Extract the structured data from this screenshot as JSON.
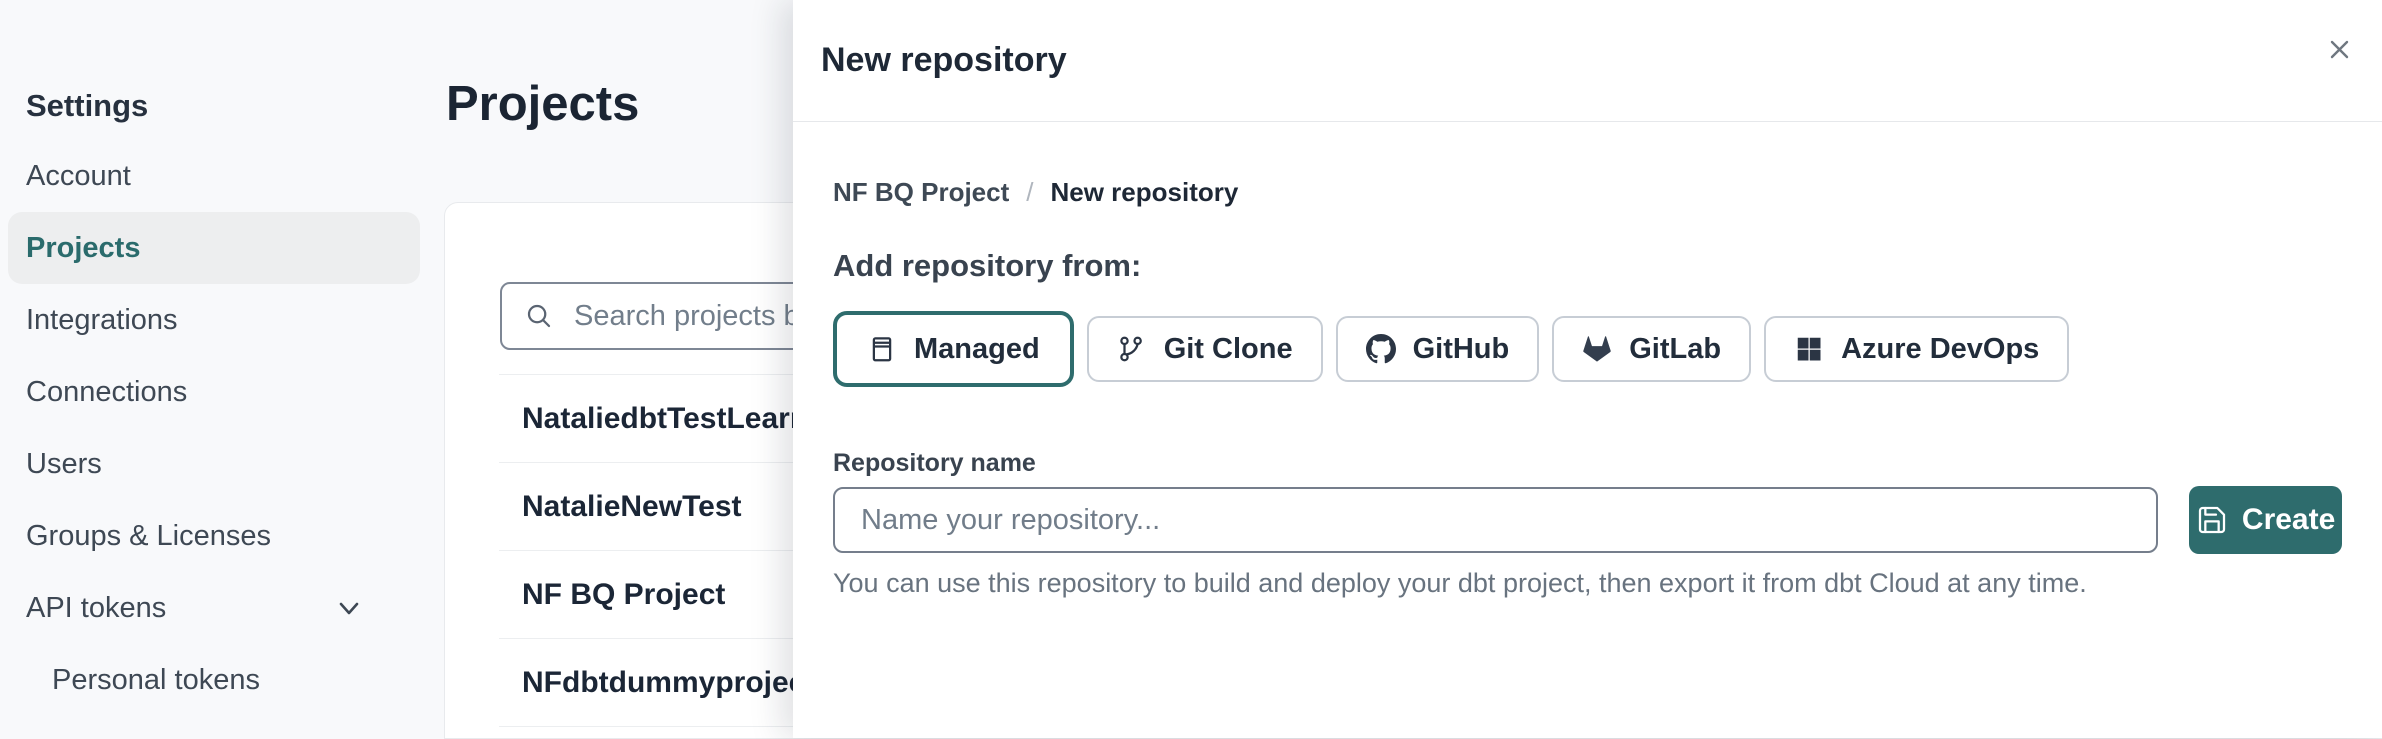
{
  "sidebar": {
    "title": "Settings",
    "items": [
      {
        "label": "Account",
        "active": false
      },
      {
        "label": "Projects",
        "active": true
      },
      {
        "label": "Integrations",
        "active": false
      },
      {
        "label": "Connections",
        "active": false
      },
      {
        "label": "Users",
        "active": false
      },
      {
        "label": "Groups & Licenses",
        "active": false
      },
      {
        "label": "API tokens",
        "active": false,
        "expandable": true
      },
      {
        "label": "Personal tokens",
        "active": false,
        "indented": true
      }
    ]
  },
  "main": {
    "title": "Projects",
    "search": {
      "placeholder": "Search projects by name",
      "icon": "search-icon"
    },
    "projects": [
      {
        "name": "NataliedbtTestLearn T"
      },
      {
        "name": "NatalieNewTest"
      },
      {
        "name": "NF BQ Project"
      },
      {
        "name": "NFdbtdummyproject"
      }
    ]
  },
  "modal": {
    "title": "New repository",
    "close_icon": "close-icon",
    "breadcrumb": {
      "parent": "NF BQ Project",
      "separator": "/",
      "current": "New repository"
    },
    "section_heading": "Add repository from:",
    "source_options": [
      {
        "label": "Managed",
        "icon": "repo-icon",
        "selected": true
      },
      {
        "label": "Git Clone",
        "icon": "git-branch-icon",
        "selected": false
      },
      {
        "label": "GitHub",
        "icon": "github-icon",
        "selected": false
      },
      {
        "label": "GitLab",
        "icon": "gitlab-icon",
        "selected": false
      },
      {
        "label": "Azure DevOps",
        "icon": "azure-devops-icon",
        "selected": false
      }
    ],
    "form": {
      "name_label": "Repository name",
      "name_placeholder": "Name your repository...",
      "create_label": "Create",
      "create_icon": "save-icon",
      "helper_text": "You can use this repository to build and deploy your dbt project, then export it from dbt Cloud at any time."
    }
  },
  "colors": {
    "accent_teal": "#2E6C6D",
    "text_dark": "#1E2836",
    "page_background": "#F8F9FB"
  }
}
